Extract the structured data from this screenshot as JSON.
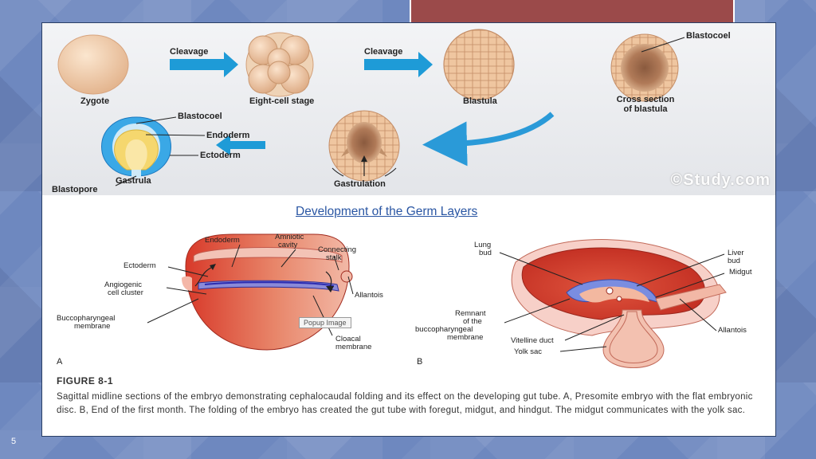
{
  "slide": {
    "number": "5"
  },
  "diagram_top": {
    "labels": {
      "zygote": "Zygote",
      "cleavage_1": "Cleavage",
      "eight_cell": "Eight-cell stage",
      "cleavage_2": "Cleavage",
      "blastula": "Blastula",
      "cross_section_1": "Cross section",
      "cross_section_2": "of blastula",
      "blastocoel_1": "Blastocoel",
      "blastocoel_2": "Blastocoel",
      "endoderm": "Endoderm",
      "ectoderm": "Ectoderm",
      "gastrula": "Gastrula",
      "blastopore": "Blastopore",
      "gastrulation": "Gastrulation"
    },
    "watermark": "©Study.com"
  },
  "link": {
    "text": "Development of the Germ Layers"
  },
  "diagram_bottom": {
    "a": {
      "endoderm": "Endoderm",
      "amniotic_1": "Amniotic",
      "amniotic_2": "cavity",
      "connecting_1": "Connecting",
      "connecting_2": "stalk",
      "ectoderm": "Ectoderm",
      "angiogenic_1": "Angiogenic",
      "angiogenic_2": "cell cluster",
      "allantois": "Allantois",
      "bucco_1": "Buccopharyngeal",
      "bucco_2": "membrane",
      "cloacal_1": "Cloacal",
      "cloacal_2": "membrane",
      "letter": "A"
    },
    "b": {
      "lung_1": "Lung",
      "lung_2": "bud",
      "liver_1": "Liver",
      "liver_2": "bud",
      "midgut": "Midgut",
      "remnant_1": "Remnant",
      "remnant_2": "of the",
      "remnant_3": "buccopharyngeal",
      "remnant_4": "membrane",
      "allantois": "Allantois",
      "vitelline": "Vitelline duct",
      "yolk": "Yolk sac",
      "letter": "B"
    },
    "popup": "Popup Image"
  },
  "figure": {
    "title": "FIGURE 8-1",
    "caption": "Sagittal midline sections of the embryo demonstrating cephalocaudal folding and its effect on the developing gut tube. A, Presomite embryo with the flat embryonic disc. B, End of the first month. The folding of the embryo has created the gut tube with foregut, midgut, and hindgut. The midgut communicates with the yolk sac."
  }
}
